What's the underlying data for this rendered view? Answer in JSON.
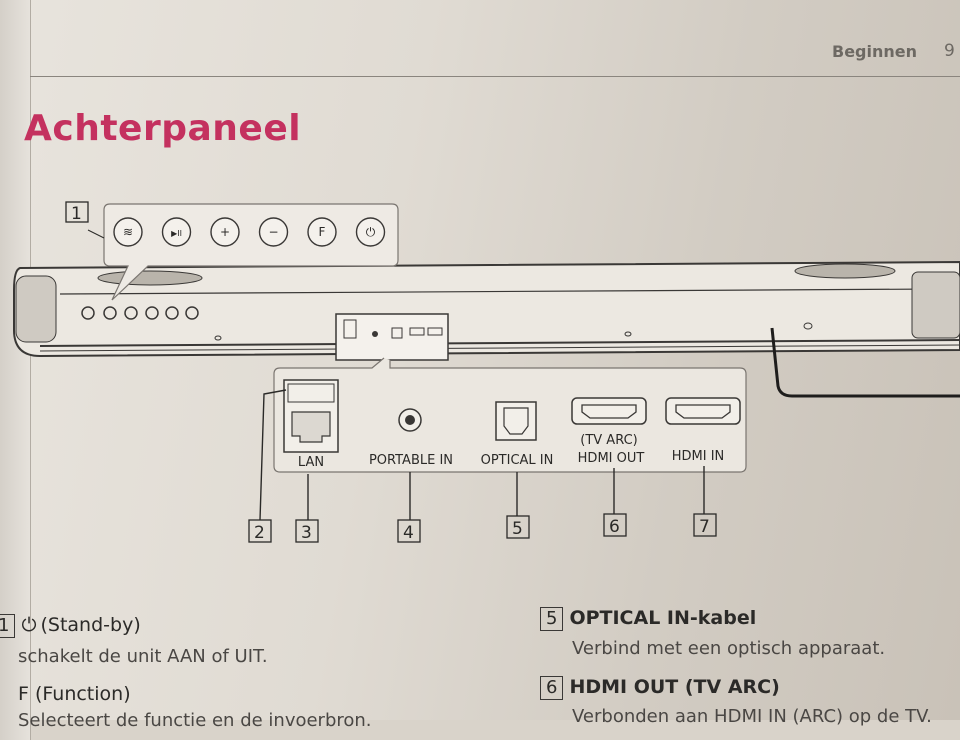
{
  "header": {
    "section": "Beginnen",
    "page_number": "9"
  },
  "title": "Achterpaneel",
  "buttons": [
    {
      "icon": "wifi-icon",
      "glyph": "≋"
    },
    {
      "icon": "play-pause-icon",
      "glyph": "▶II"
    },
    {
      "icon": "plus-icon",
      "glyph": "+"
    },
    {
      "icon": "minus-icon",
      "glyph": "−"
    },
    {
      "icon": "function-icon",
      "glyph": "F"
    },
    {
      "icon": "power-icon",
      "glyph": "⏻"
    }
  ],
  "ports": {
    "lan": "LAN",
    "portable_in": "PORTABLE IN",
    "optical_in": "OPTICAL IN",
    "hdmi_out_top": "(TV ARC)",
    "hdmi_out": "HDMI OUT",
    "hdmi_in": "HDMI IN"
  },
  "callouts": [
    "1",
    "2",
    "3",
    "4",
    "5",
    "6",
    "7"
  ],
  "descriptions": {
    "d1": {
      "num": "1",
      "title": "(Stand-by)",
      "body": "schakelt  de unit AAN of UIT."
    },
    "f": {
      "title": "F (Function)",
      "body": "Selecteert de functie en de invoerbron."
    },
    "d5": {
      "num": "5",
      "title": "OPTICAL IN-kabel",
      "body": "Verbind met een optisch apparaat."
    },
    "d6": {
      "num": "6",
      "title": "HDMI OUT (TV ARC)",
      "body": "Verbonden aan HDMI IN (ARC) op de TV."
    }
  },
  "colors": {
    "title": "#c4315f",
    "ink": "#2b2a28",
    "paper": "#e4dfd8"
  }
}
